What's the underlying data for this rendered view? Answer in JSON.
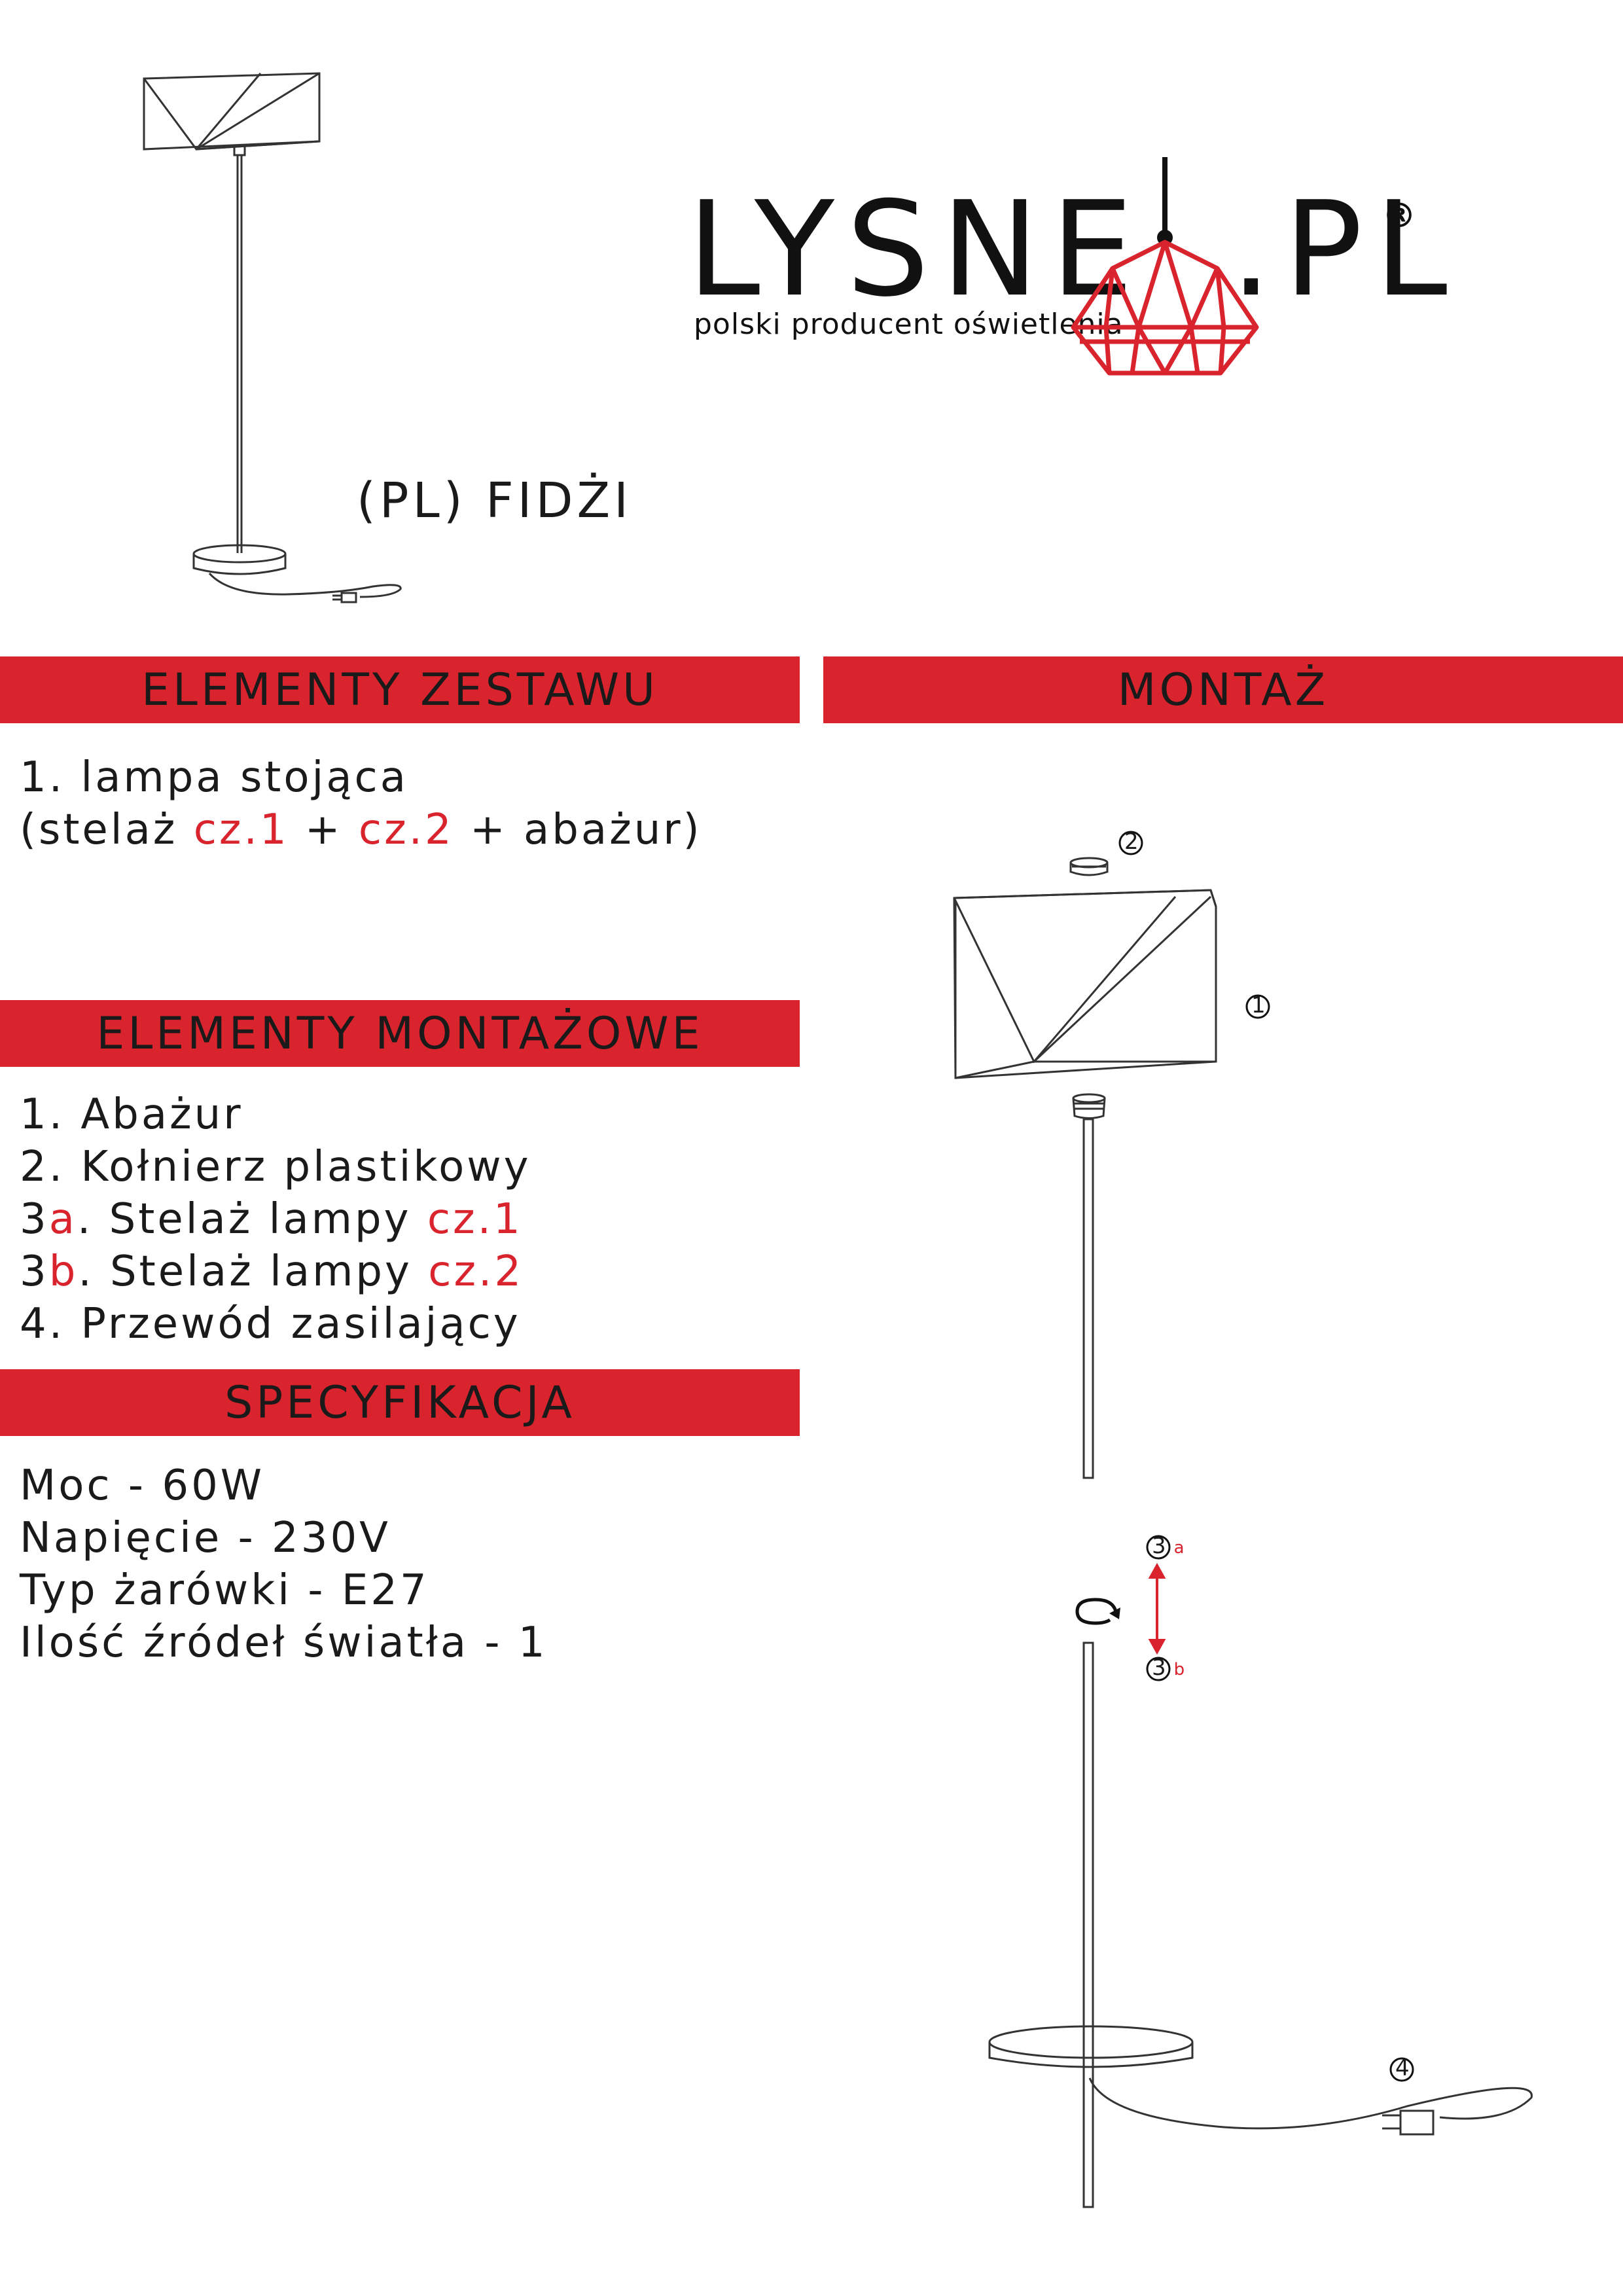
{
  "brand": {
    "name": "LYSNE",
    "suffix": ".PL",
    "registered": "®",
    "tagline": "polski producent oświetlenia",
    "accent_color": "#d9232d"
  },
  "product": {
    "title": "(PL) FIDŻI"
  },
  "sections": {
    "kit": {
      "header": "ELEMENTY ZESTAWU",
      "items": [
        {
          "text": "1. lampa stojąca"
        },
        {
          "pre": "(stelaż ",
          "part1": "cz.1",
          "mid1": " + ",
          "part2": "cz.2",
          "post": " + abażur)"
        }
      ]
    },
    "assembly_parts": {
      "header": "ELEMENTY MONTAŻOWE",
      "items": [
        {
          "num": "1.",
          "text": " Abażur"
        },
        {
          "num": "2.",
          "text": " Kołnierz plastikowy"
        },
        {
          "num": "3",
          "letter": "a",
          "text": ". Stelaż lampy ",
          "part": "cz.1"
        },
        {
          "num": "3",
          "letter": "b",
          "text": ". Stelaż lampy ",
          "part": "cz.2"
        },
        {
          "num": "4.",
          "text": " Przewód zasilający"
        }
      ]
    },
    "spec": {
      "header": "SPECYFIKACJA",
      "items": [
        "Moc - 60W",
        "Napięcie - 230V",
        "Typ żarówki - E27",
        "Ilość źródeł światła - 1"
      ]
    },
    "mounting": {
      "header": "MONTAŻ",
      "callouts": {
        "c1": "1",
        "c2": "2",
        "c3": "3",
        "c3a": "a",
        "c3b": "b",
        "c4": "4"
      }
    }
  },
  "icons": [
    "lamp-preview-icon",
    "pendant-lamp-logo-icon",
    "rotate-icon",
    "double-arrow-icon",
    "plug-icon"
  ]
}
